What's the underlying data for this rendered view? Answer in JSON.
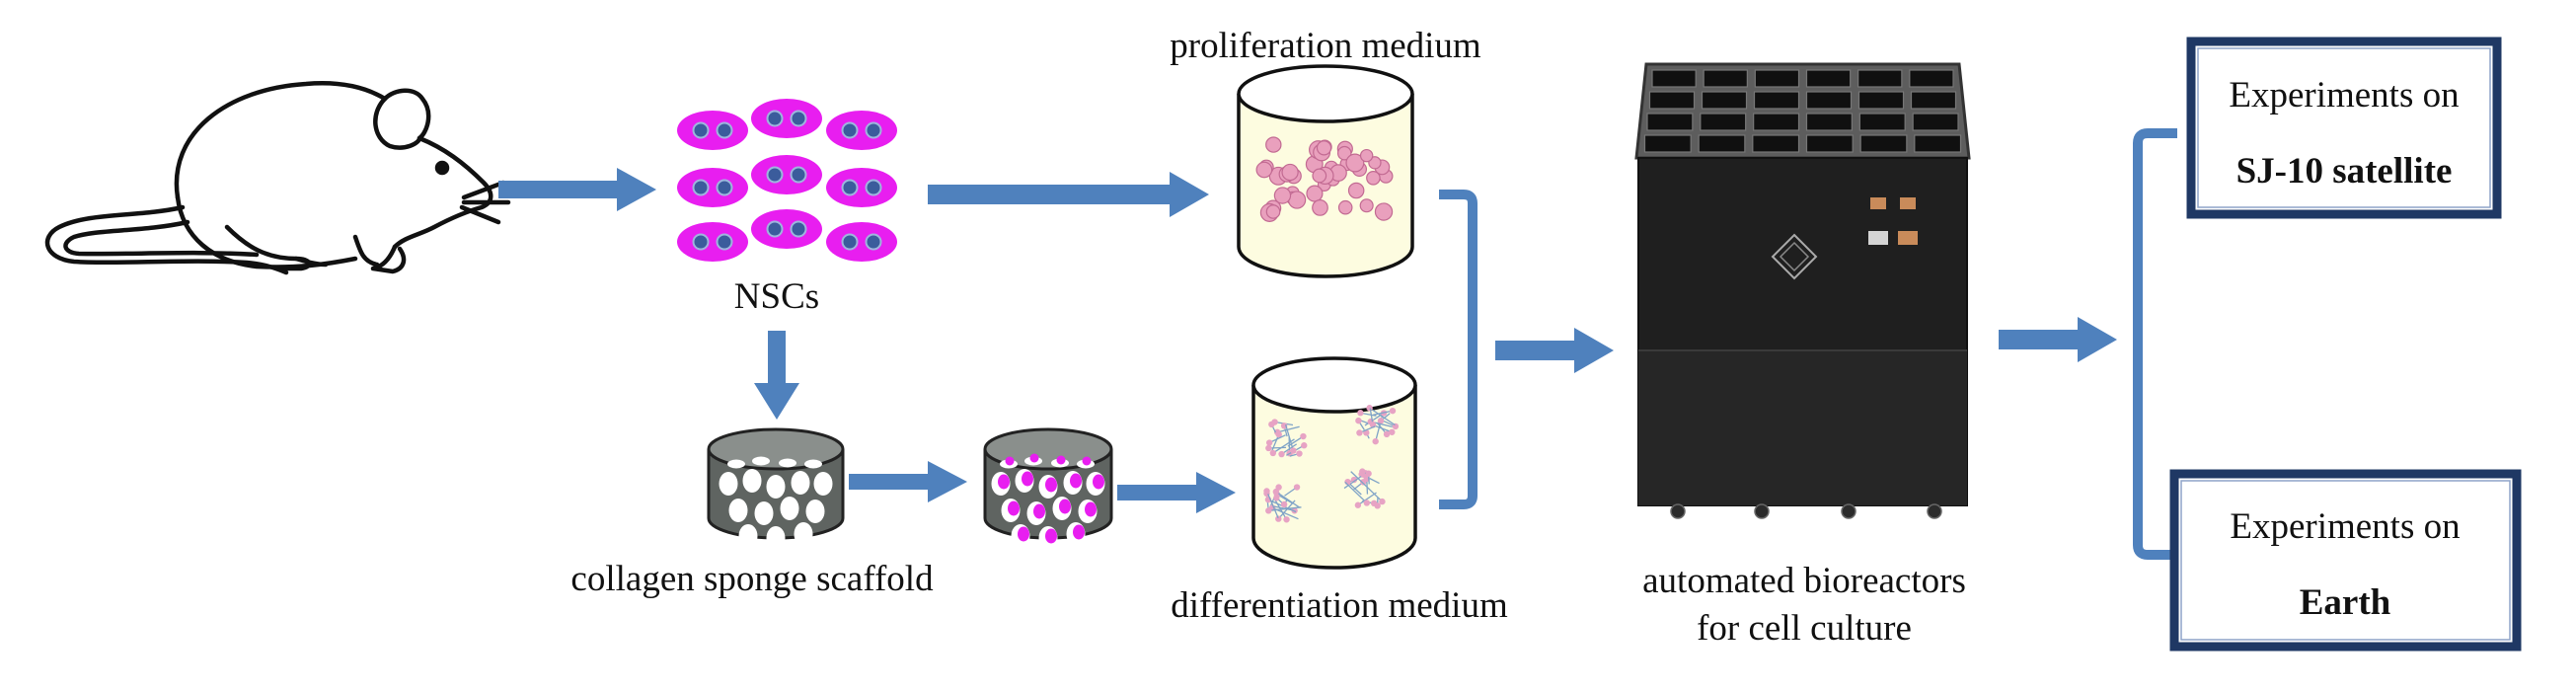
{
  "labels": {
    "nscs": "NSCs",
    "proliferation": "proliferation medium",
    "differentiation": "differentiation medium",
    "scaffold": "collagen sponge scaffold",
    "bioreactor_line1": "automated bioreactors",
    "bioreactor_line2": "for cell culture",
    "satellite_line1": "Experiments on",
    "satellite_line2": "SJ-10 satellite",
    "earth_line1": "Experiments on",
    "earth_line2": "Earth"
  },
  "icons": {
    "rat": "rat-drawing",
    "cells": "neural-stem-cell-cluster",
    "scaffold": "collagen-sponge-cylinder",
    "seeded_scaffold": "cell-seeded-scaffold-cylinder",
    "proliferation_vessel": "culture-vessel-proliferation",
    "differentiation_vessel": "culture-vessel-differentiation",
    "bioreactor": "bioreactor-box"
  },
  "colors": {
    "arrow": "#4f81bd",
    "box_border": "#1f3864",
    "cell_membrane": "#e81ef0",
    "cell_nucleus": "#3b5c9c",
    "vessel_fill": "#fdfce0",
    "bioreactor": "#1e1e1e"
  }
}
